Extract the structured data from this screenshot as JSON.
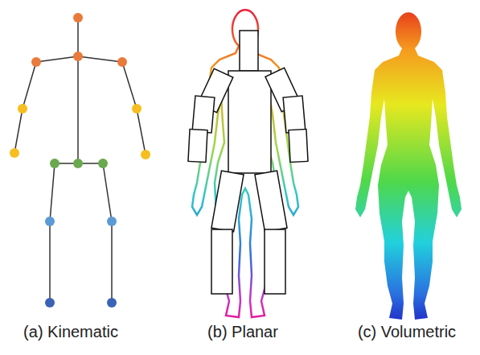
{
  "diagram": {
    "labels": [
      "(a) Kinematic",
      "(b) Planar",
      "(c) Volumetric"
    ]
  }
}
